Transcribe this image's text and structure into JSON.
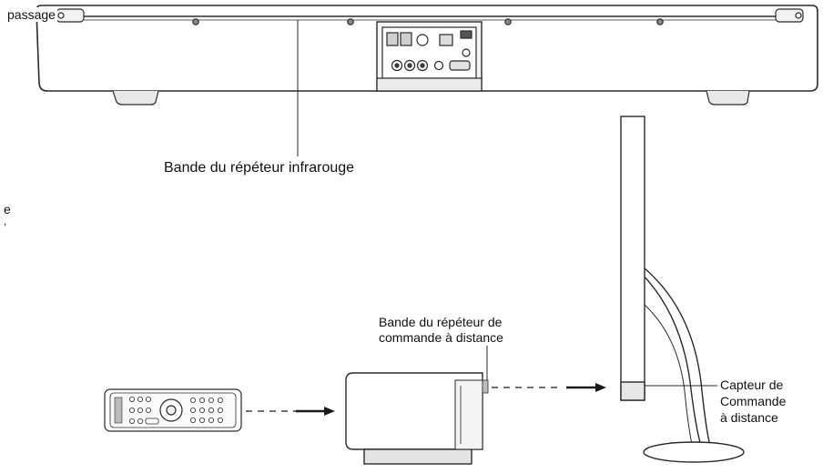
{
  "labels": {
    "passage_fragment": "passage",
    "ir_strip": "Bande du répéteur infrarouge",
    "left_fragment_1": "e",
    "left_fragment_2": ",",
    "remote_strip_line1": "Bande du répéteur de",
    "remote_strip_line2": "commande à distance",
    "sensor_line1": "Capteur de",
    "sensor_line2": "Commande",
    "sensor_line3": "à distance"
  },
  "colors": {
    "line": "#2a2a2a",
    "arrow": "#1a1a1a",
    "panel": "#cfcfcf"
  }
}
